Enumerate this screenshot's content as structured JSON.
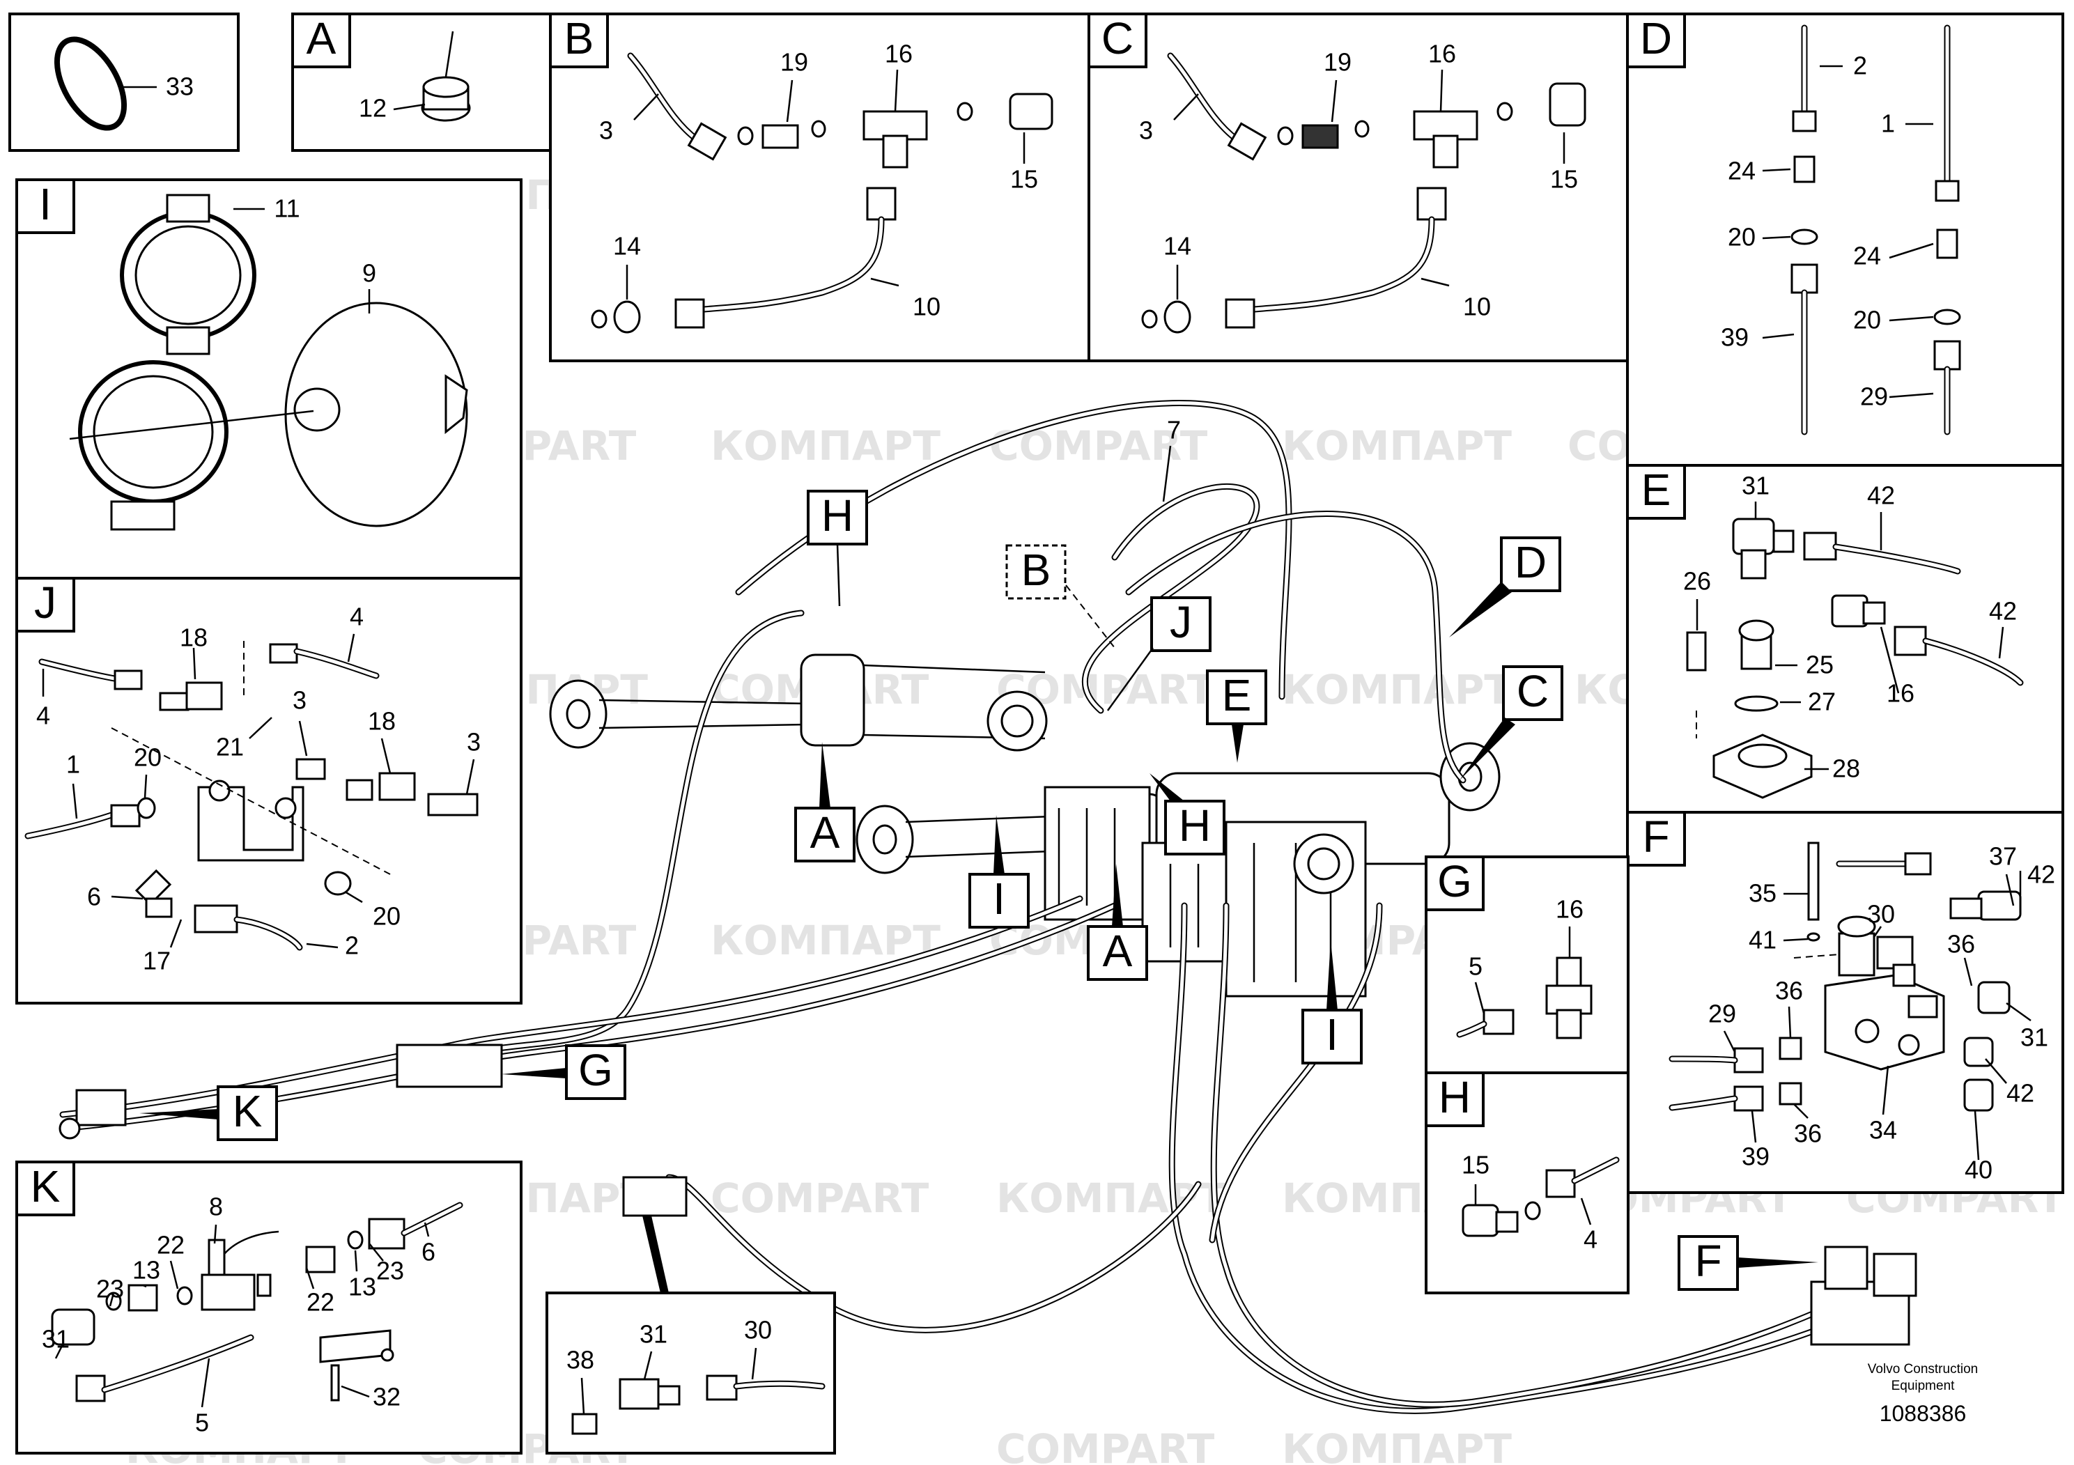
{
  "footer": {
    "manufacturer_line1": "Volvo Construction",
    "manufacturer_line2": "Equipment",
    "drawing_number": "1088386"
  },
  "watermark": {
    "text_latin": "COMPART",
    "text_cyrillic": "КОМПАРТ"
  },
  "panels": {
    "tie": {
      "numbers": [
        "33"
      ]
    },
    "A": {
      "letter": "A",
      "numbers": [
        "12"
      ]
    },
    "B": {
      "letter": "B",
      "numbers": [
        "3",
        "19",
        "16",
        "15",
        "14",
        "10"
      ]
    },
    "C": {
      "letter": "C",
      "numbers": [
        "3",
        "19",
        "16",
        "15",
        "14",
        "10"
      ]
    },
    "D": {
      "letter": "D",
      "numbers": [
        "2",
        "1",
        "24",
        "20",
        "24",
        "20",
        "39",
        "29"
      ]
    },
    "I": {
      "letter": "I",
      "numbers": [
        "11",
        "9"
      ]
    },
    "J": {
      "letter": "J",
      "numbers": [
        "4",
        "18",
        "4",
        "3",
        "21",
        "18",
        "3",
        "1",
        "20",
        "6",
        "20",
        "17",
        "2"
      ]
    },
    "E": {
      "letter": "E",
      "numbers": [
        "31",
        "42",
        "26",
        "42",
        "25",
        "27",
        "16",
        "28"
      ]
    },
    "F": {
      "letter": "F",
      "numbers": [
        "37",
        "42",
        "35",
        "30",
        "41",
        "36",
        "36",
        "29",
        "31",
        "42",
        "36",
        "34",
        "39",
        "40"
      ]
    },
    "G": {
      "letter": "G",
      "numbers": [
        "16",
        "5"
      ]
    },
    "H": {
      "letter": "H",
      "numbers": [
        "15",
        "4"
      ]
    },
    "K": {
      "letter": "K",
      "numbers": [
        "8",
        "22",
        "6",
        "31",
        "23",
        "13",
        "13",
        "23",
        "22",
        "32",
        "5"
      ]
    },
    "bottom": {
      "numbers": [
        "31",
        "30",
        "38"
      ]
    }
  },
  "callouts": [
    "H",
    "B",
    "J",
    "D",
    "E",
    "C",
    "A",
    "I",
    "H",
    "A",
    "I",
    "G",
    "K",
    "F"
  ],
  "main_numbers": [
    "7"
  ]
}
